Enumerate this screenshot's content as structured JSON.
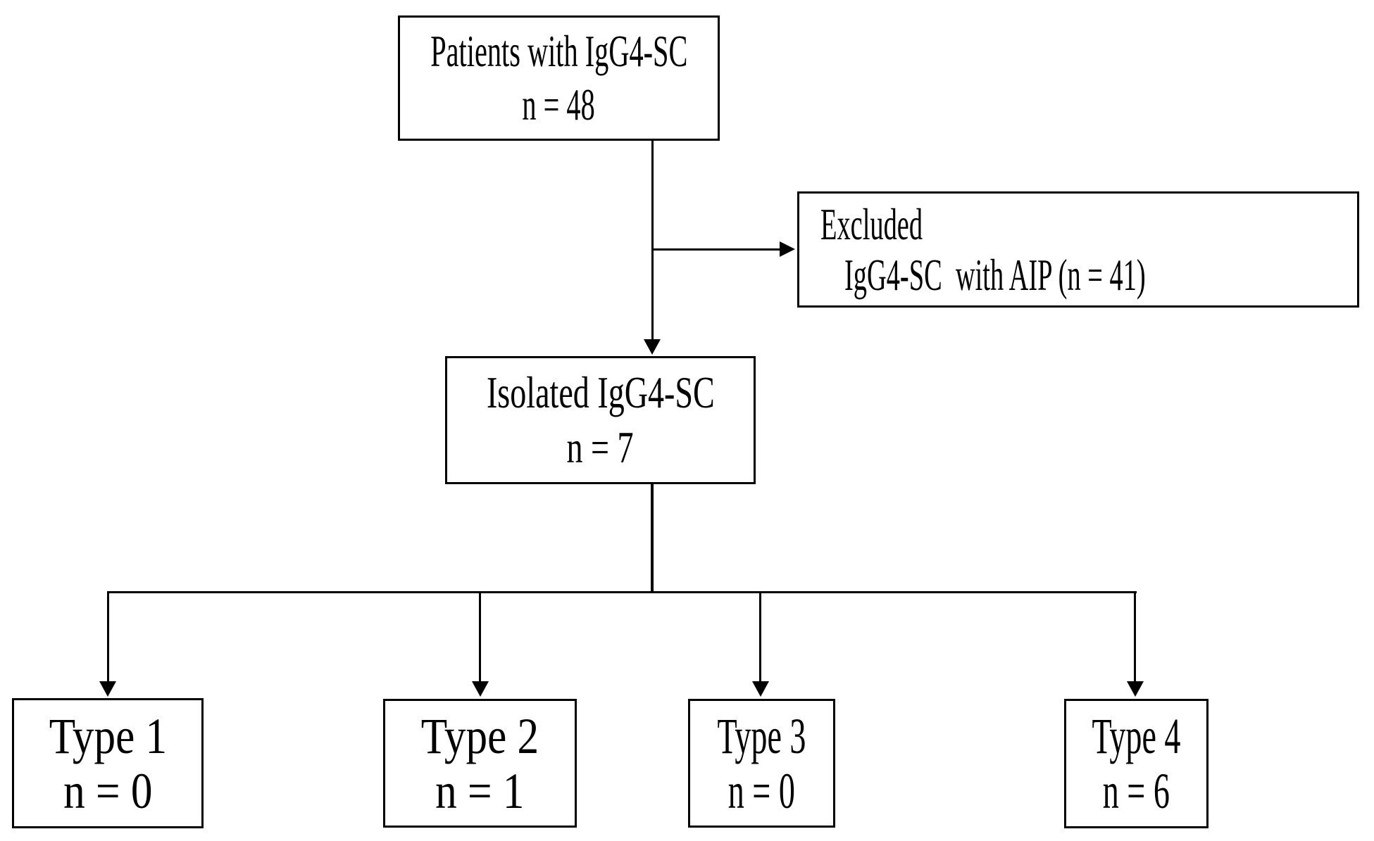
{
  "diagram": {
    "title": "IgG4-SC patient disposition flowchart",
    "colors": {
      "line": "#000000",
      "background": "#ffffff",
      "text": "#000000"
    },
    "boxes": {
      "patients": {
        "line1": "Patients with IgG4-SC",
        "line2": "n = 48"
      },
      "excluded": {
        "line1": "Excluded",
        "line2": "IgG4-SC  with AIP (n = 41)"
      },
      "isolated": {
        "line1": "Isolated IgG4-SC",
        "line2": "n = 7"
      },
      "type1": {
        "line1": "Type 1",
        "line2": "n = 0"
      },
      "type2": {
        "line1": "Type 2",
        "line2": "n = 1"
      },
      "type3": {
        "line1": "Type 3",
        "line2": "n = 0"
      },
      "type4": {
        "line1": "Type 4",
        "line2": "n = 6"
      }
    },
    "edges": [
      {
        "from": "patients",
        "to": "excluded",
        "style": "arrow"
      },
      {
        "from": "patients",
        "to": "isolated",
        "style": "arrow"
      },
      {
        "from": "isolated",
        "to": "type1",
        "style": "arrow"
      },
      {
        "from": "isolated",
        "to": "type2",
        "style": "arrow"
      },
      {
        "from": "isolated",
        "to": "type3",
        "style": "arrow"
      },
      {
        "from": "isolated",
        "to": "type4",
        "style": "arrow"
      }
    ]
  }
}
